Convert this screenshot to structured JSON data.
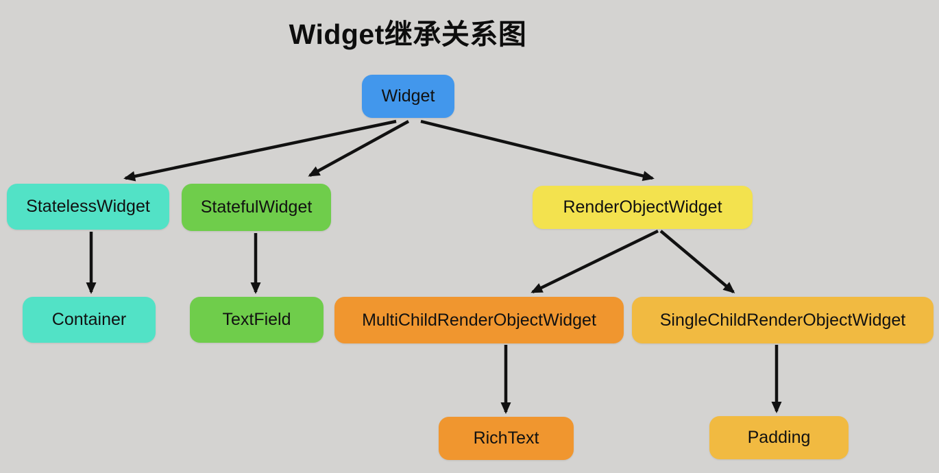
{
  "title": "Widget继承关系图",
  "colors": {
    "background": "#d4d3d1",
    "arrow": "#111111",
    "node_text": "#111111",
    "blue": "#4297ec",
    "teal": "#52e2c6",
    "green": "#6fcd4b",
    "yellow": "#f3e24e",
    "orange": "#f0962f",
    "amber": "#f1ba41"
  },
  "diagram": {
    "nodes": [
      {
        "id": "widget",
        "label": "Widget",
        "color": "#4297ec"
      },
      {
        "id": "stateless-widget",
        "label": "StatelessWidget",
        "color": "#52e2c6"
      },
      {
        "id": "stateful-widget",
        "label": "StatefulWidget",
        "color": "#6fcd4b"
      },
      {
        "id": "render-object-widget",
        "label": "RenderObjectWidget",
        "color": "#f3e24e"
      },
      {
        "id": "container",
        "label": "Container",
        "color": "#52e2c6"
      },
      {
        "id": "text-field",
        "label": "TextField",
        "color": "#6fcd4b"
      },
      {
        "id": "multi-child-row",
        "label": "MultiChildRenderObjectWidget",
        "color": "#f0962f"
      },
      {
        "id": "single-child-row",
        "label": "SingleChildRenderObjectWidget",
        "color": "#f1ba41"
      },
      {
        "id": "rich-text",
        "label": "RichText",
        "color": "#f0962f"
      },
      {
        "id": "padding",
        "label": "Padding",
        "color": "#f1ba41"
      }
    ],
    "edges": [
      {
        "from": "Widget",
        "to": "StatelessWidget"
      },
      {
        "from": "Widget",
        "to": "StatefulWidget"
      },
      {
        "from": "Widget",
        "to": "RenderObjectWidget"
      },
      {
        "from": "StatelessWidget",
        "to": "Container"
      },
      {
        "from": "StatefulWidget",
        "to": "TextField"
      },
      {
        "from": "RenderObjectWidget",
        "to": "MultiChildRenderObjectWidget"
      },
      {
        "from": "RenderObjectWidget",
        "to": "SingleChildRenderObjectWidget"
      },
      {
        "from": "MultiChildRenderObjectWidget",
        "to": "RichText"
      },
      {
        "from": "SingleChildRenderObjectWidget",
        "to": "Padding"
      }
    ]
  }
}
